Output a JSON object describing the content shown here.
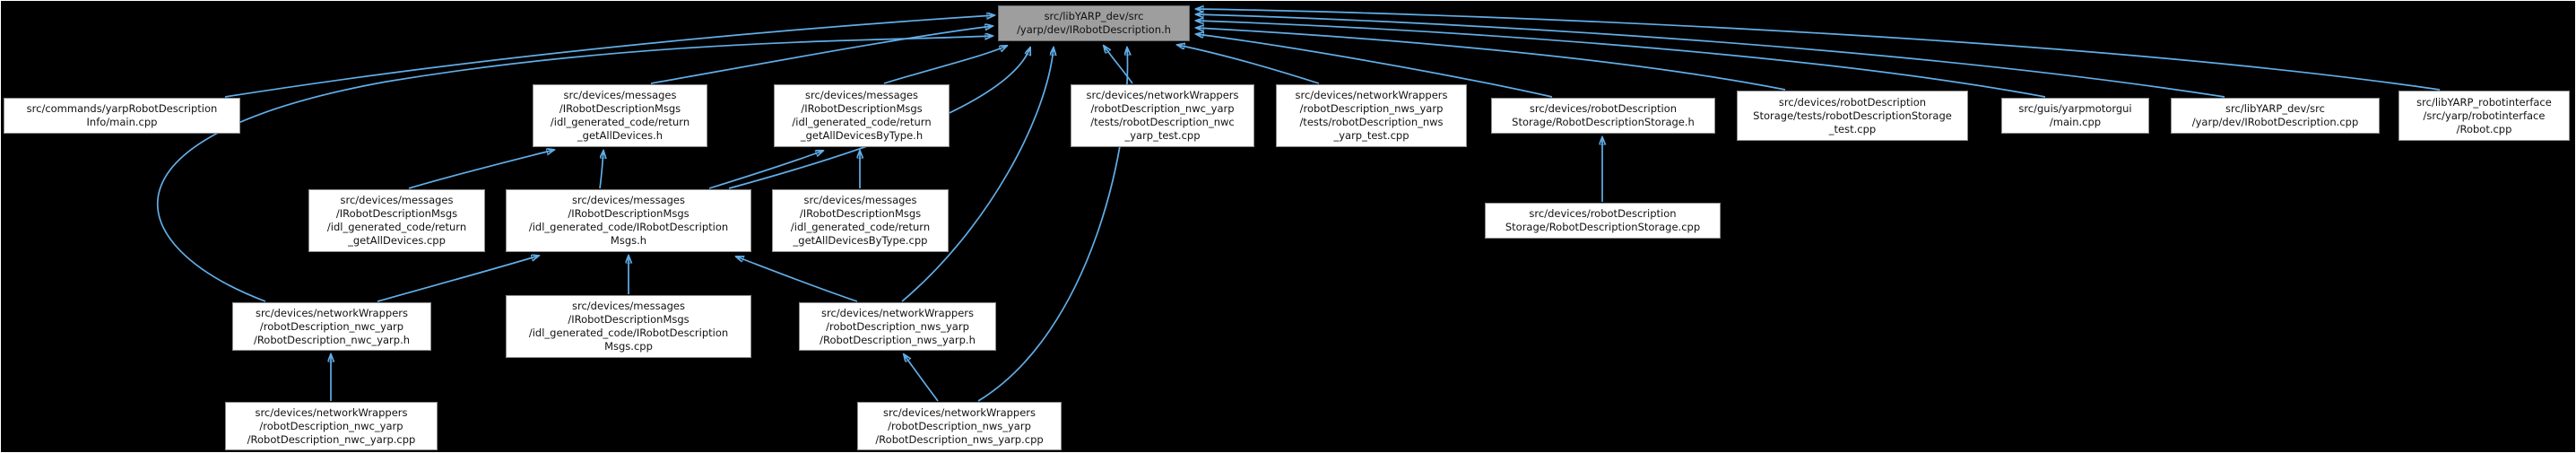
{
  "graph": {
    "title": "Included-by dependency graph for IRobotDescription.h",
    "background_color": "#000000",
    "edge_color": "#61aee9",
    "node_fill_color": "#ffffff",
    "node_border_color": "#8f8f8f",
    "root_fill_color": "#9e9e9e",
    "nodes": {
      "root": {
        "label": "src/libYARP_dev/src\n/yarp/dev/IRobotDescription.h"
      },
      "cmd_main": {
        "label": "src/commands/yarpRobotDescription\nInfo/main.cpp"
      },
      "ret_all_h": {
        "label": "src/devices/messages\n/IRobotDescriptionMsgs\n/idl_generated_code/return\n_getAllDevices.h"
      },
      "ret_type_h": {
        "label": "src/devices/messages\n/IRobotDescriptionMsgs\n/idl_generated_code/return\n_getAllDevicesByType.h"
      },
      "nwc_test": {
        "label": "src/devices/networkWrappers\n/robotDescription_nwc_yarp\n/tests/robotDescription_nwc\n_yarp_test.cpp"
      },
      "nws_test": {
        "label": "src/devices/networkWrappers\n/robotDescription_nws_yarp\n/tests/robotDescription_nws\n_yarp_test.cpp"
      },
      "storage_h": {
        "label": "src/devices/robotDescription\nStorage/RobotDescriptionStorage.h"
      },
      "storage_test": {
        "label": "src/devices/robotDescription\nStorage/tests/robotDescriptionStorage\n_test.cpp"
      },
      "gui_main": {
        "label": "src/guis/yarpmotorgui\n/main.cpp"
      },
      "ird_cpp": {
        "label": "src/libYARP_dev/src\n/yarp/dev/IRobotDescription.cpp"
      },
      "robot_cpp": {
        "label": "src/libYARP_robotinterface\n/src/yarp/robotinterface\n/Robot.cpp"
      },
      "ret_all_cpp": {
        "label": "src/devices/messages\n/IRobotDescriptionMsgs\n/idl_generated_code/return\n_getAllDevices.cpp"
      },
      "msgs_h": {
        "label": "src/devices/messages\n/IRobotDescriptionMsgs\n/idl_generated_code/IRobotDescription\nMsgs.h"
      },
      "ret_type_cpp": {
        "label": "src/devices/messages\n/IRobotDescriptionMsgs\n/idl_generated_code/return\n_getAllDevicesByType.cpp"
      },
      "storage_cpp": {
        "label": "src/devices/robotDescription\nStorage/RobotDescriptionStorage.cpp"
      },
      "nwc_h": {
        "label": "src/devices/networkWrappers\n/robotDescription_nwc_yarp\n/RobotDescription_nwc_yarp.h"
      },
      "msgs_cpp": {
        "label": "src/devices/messages\n/IRobotDescriptionMsgs\n/idl_generated_code/IRobotDescription\nMsgs.cpp"
      },
      "nws_h": {
        "label": "src/devices/networkWrappers\n/robotDescription_nws_yarp\n/RobotDescription_nws_yarp.h"
      },
      "nwc_cpp": {
        "label": "src/devices/networkWrappers\n/robotDescription_nwc_yarp\n/RobotDescription_nwc_yarp.cpp"
      },
      "nws_cpp": {
        "label": "src/devices/networkWrappers\n/robotDescription_nws_yarp\n/RobotDescription_nws_yarp.cpp"
      }
    },
    "edges": [
      {
        "from": "cmd_main",
        "to": "root"
      },
      {
        "from": "ret_all_h",
        "to": "root"
      },
      {
        "from": "ret_type_h",
        "to": "root"
      },
      {
        "from": "msgs_h",
        "to": "root"
      },
      {
        "from": "nwc_h",
        "to": "root"
      },
      {
        "from": "nws_h",
        "to": "root"
      },
      {
        "from": "nws_cpp",
        "to": "root"
      },
      {
        "from": "nwc_test",
        "to": "root"
      },
      {
        "from": "nws_test",
        "to": "root"
      },
      {
        "from": "storage_h",
        "to": "root"
      },
      {
        "from": "storage_test",
        "to": "root"
      },
      {
        "from": "gui_main",
        "to": "root"
      },
      {
        "from": "ird_cpp",
        "to": "root"
      },
      {
        "from": "robot_cpp",
        "to": "root"
      },
      {
        "from": "ret_all_cpp",
        "to": "ret_all_h"
      },
      {
        "from": "msgs_h",
        "to": "ret_all_h"
      },
      {
        "from": "msgs_h",
        "to": "ret_type_h"
      },
      {
        "from": "ret_type_cpp",
        "to": "ret_type_h"
      },
      {
        "from": "nwc_h",
        "to": "msgs_h"
      },
      {
        "from": "msgs_cpp",
        "to": "msgs_h"
      },
      {
        "from": "nws_h",
        "to": "msgs_h"
      },
      {
        "from": "nwc_cpp",
        "to": "nwc_h"
      },
      {
        "from": "nws_cpp",
        "to": "nws_h"
      },
      {
        "from": "storage_cpp",
        "to": "storage_h"
      }
    ]
  }
}
